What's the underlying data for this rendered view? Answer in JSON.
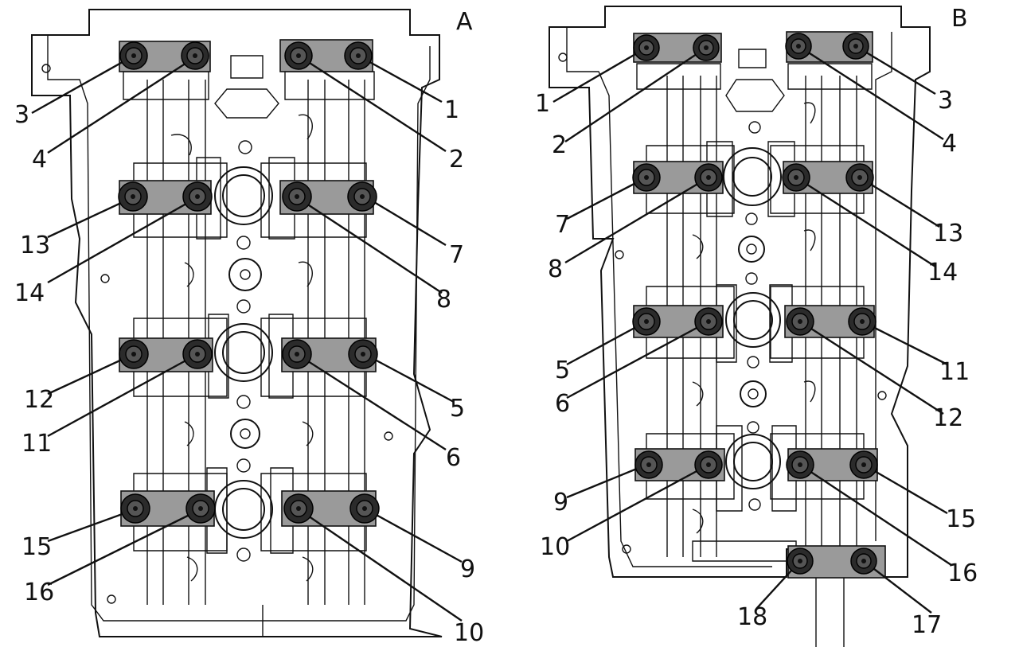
{
  "panels": [
    {
      "id": "A",
      "letter": "A",
      "bolts": [
        {
          "n": "1"
        },
        {
          "n": "2"
        },
        {
          "n": "3"
        },
        {
          "n": "4"
        },
        {
          "n": "5"
        },
        {
          "n": "6"
        },
        {
          "n": "7"
        },
        {
          "n": "8"
        },
        {
          "n": "9"
        },
        {
          "n": "10"
        },
        {
          "n": "11"
        },
        {
          "n": "12"
        },
        {
          "n": "13"
        },
        {
          "n": "14"
        },
        {
          "n": "15"
        },
        {
          "n": "16"
        }
      ]
    },
    {
      "id": "B",
      "letter": "B",
      "bolts": [
        {
          "n": "1"
        },
        {
          "n": "2"
        },
        {
          "n": "3"
        },
        {
          "n": "4"
        },
        {
          "n": "5"
        },
        {
          "n": "6"
        },
        {
          "n": "7"
        },
        {
          "n": "8"
        },
        {
          "n": "9"
        },
        {
          "n": "10"
        },
        {
          "n": "11"
        },
        {
          "n": "12"
        },
        {
          "n": "13"
        },
        {
          "n": "14"
        },
        {
          "n": "15"
        },
        {
          "n": "16"
        },
        {
          "n": "17"
        },
        {
          "n": "18"
        }
      ]
    }
  ],
  "colors": {
    "bearing_cap_fill": "#9a9a9a",
    "bolt_fill": "#2b2b2b",
    "line": "#111111"
  }
}
